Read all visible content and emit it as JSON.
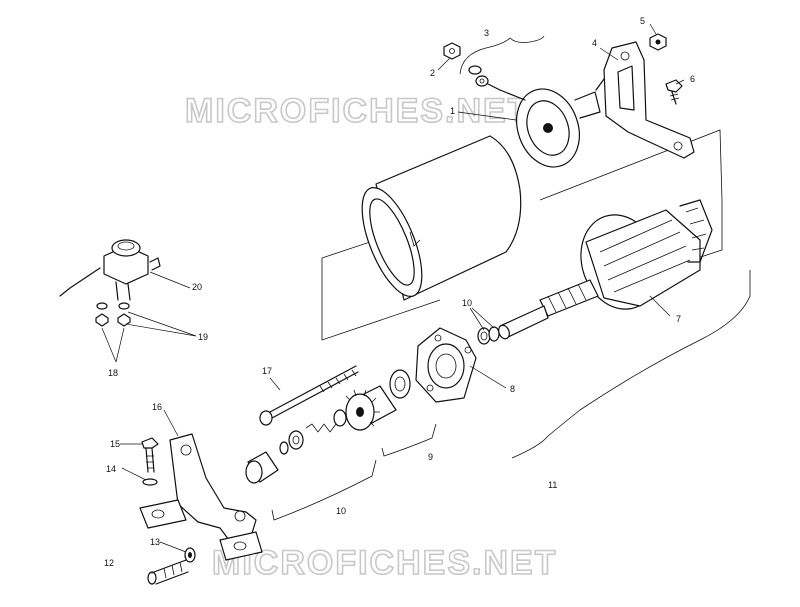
{
  "watermarks": [
    "MICROFICHES.NET",
    "MICROFICHES.NET"
  ],
  "callouts": [
    "1",
    "2",
    "3",
    "4",
    "5",
    "6",
    "7",
    "8",
    "9",
    "10",
    "10",
    "11",
    "12",
    "13",
    "14",
    "15",
    "16",
    "17",
    "18",
    "19",
    "20"
  ]
}
